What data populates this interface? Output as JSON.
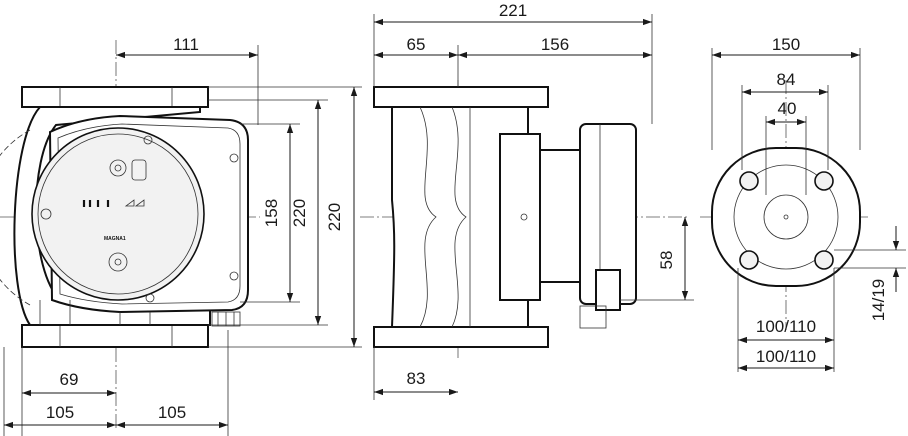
{
  "dimensions": {
    "d111": "111",
    "d158": "158",
    "d220a": "220",
    "d220b": "220",
    "d69": "69",
    "d105a": "105",
    "d105b": "105",
    "d221": "221",
    "d65": "65",
    "d156": "156",
    "d58": "58",
    "d83": "83",
    "d150": "150",
    "d84": "84",
    "d40": "40",
    "d100_110a": "100/110",
    "d100_110b": "100/110",
    "d14_19": "14/19"
  },
  "nameplate": {
    "brand": "MAGNA1"
  }
}
